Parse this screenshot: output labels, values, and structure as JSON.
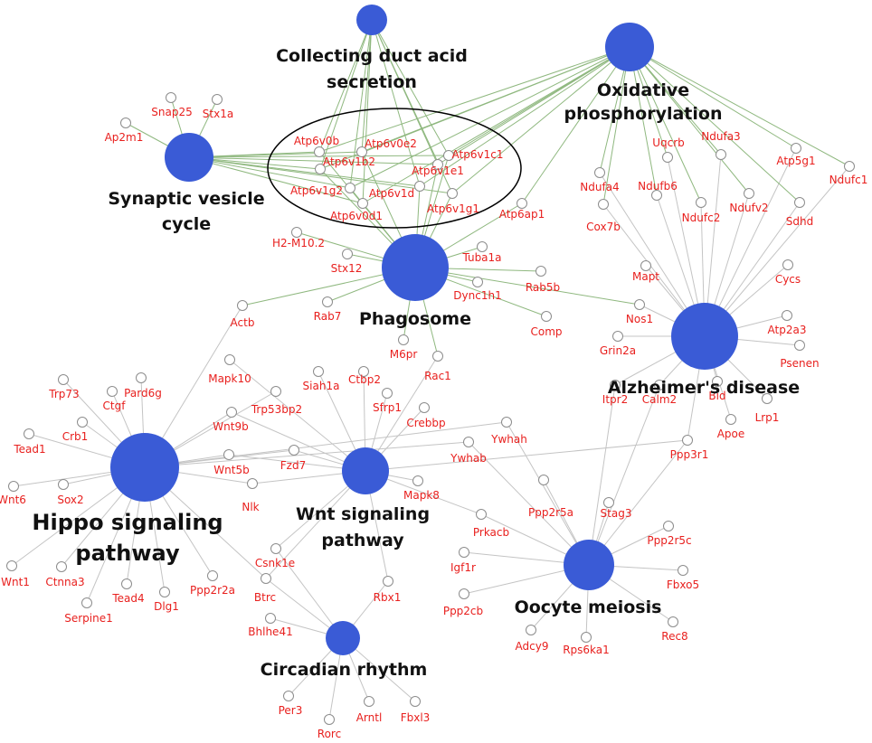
{
  "hubs": [
    {
      "id": "collecting",
      "lines": [
        "Collecting duct acid",
        "secretion"
      ],
      "color": "#3a5bd6"
    },
    {
      "id": "oxphos",
      "lines": [
        "Oxidative",
        "phosphorylation"
      ],
      "color": "#3a5bd6"
    },
    {
      "id": "synaptic",
      "lines": [
        "Synaptic vesicle",
        "cycle"
      ],
      "color": "#3a5bd6"
    },
    {
      "id": "phagosome",
      "lines": [
        "Phagosome"
      ],
      "color": "#3a5bd6"
    },
    {
      "id": "alzheimer",
      "lines": [
        "Alzheimer's disease"
      ],
      "color": "#3a5bd6"
    },
    {
      "id": "hippo",
      "lines": [
        "Hippo signaling",
        "pathway"
      ],
      "color": "#3a5bd6"
    },
    {
      "id": "wnt",
      "lines": [
        "Wnt signaling",
        "pathway"
      ],
      "color": "#3a5bd6"
    },
    {
      "id": "oocyte",
      "lines": [
        "Oocyte meiosis"
      ],
      "color": "#3a5bd6"
    },
    {
      "id": "circadian",
      "lines": [
        "Circadian rhythm"
      ],
      "color": "#3a5bd6"
    }
  ],
  "genes": [
    {
      "id": "Snap25",
      "hubs": [
        "synaptic"
      ]
    },
    {
      "id": "Stx1a",
      "hubs": [
        "synaptic"
      ]
    },
    {
      "id": "Ap2m1",
      "hubs": [
        "synaptic"
      ]
    },
    {
      "id": "Atp6v0b",
      "hubs": [
        "collecting",
        "oxphos",
        "synaptic",
        "phagosome"
      ]
    },
    {
      "id": "Atp6v0e2",
      "hubs": [
        "collecting",
        "oxphos",
        "synaptic",
        "phagosome"
      ]
    },
    {
      "id": "Atp6v1c1",
      "hubs": [
        "collecting",
        "oxphos",
        "synaptic",
        "phagosome"
      ]
    },
    {
      "id": "Atp6v1b2",
      "hubs": [
        "collecting",
        "oxphos",
        "synaptic",
        "phagosome"
      ]
    },
    {
      "id": "Atp6v1e1",
      "hubs": [
        "collecting",
        "oxphos",
        "synaptic",
        "phagosome"
      ]
    },
    {
      "id": "Atp6v1g2",
      "hubs": [
        "collecting",
        "oxphos",
        "synaptic",
        "phagosome"
      ]
    },
    {
      "id": "Atp6v1d",
      "hubs": [
        "collecting",
        "oxphos",
        "synaptic",
        "phagosome"
      ]
    },
    {
      "id": "Atp6v1g1",
      "hubs": [
        "collecting",
        "oxphos",
        "synaptic",
        "phagosome"
      ]
    },
    {
      "id": "Atp6v0d1",
      "hubs": [
        "collecting",
        "oxphos",
        "synaptic",
        "phagosome"
      ]
    },
    {
      "id": "Atp6ap1",
      "hubs": [
        "oxphos",
        "phagosome"
      ]
    },
    {
      "id": "Ndufa4",
      "hubs": [
        "oxphos",
        "alzheimer"
      ]
    },
    {
      "id": "Uqcrb",
      "hubs": [
        "oxphos",
        "alzheimer"
      ]
    },
    {
      "id": "Ndufa3",
      "hubs": [
        "oxphos",
        "alzheimer"
      ]
    },
    {
      "id": "Atp5g1",
      "hubs": [
        "oxphos",
        "alzheimer"
      ]
    },
    {
      "id": "Ndufc1",
      "hubs": [
        "oxphos",
        "alzheimer"
      ]
    },
    {
      "id": "Ndufb6",
      "hubs": [
        "oxphos",
        "alzheimer"
      ]
    },
    {
      "id": "Ndufv2",
      "hubs": [
        "oxphos",
        "alzheimer"
      ]
    },
    {
      "id": "Cox7b",
      "hubs": [
        "oxphos",
        "alzheimer"
      ]
    },
    {
      "id": "Ndufc2",
      "hubs": [
        "oxphos",
        "alzheimer"
      ]
    },
    {
      "id": "Sdhd",
      "hubs": [
        "oxphos",
        "alzheimer"
      ]
    },
    {
      "id": "H2-M10.2",
      "hubs": [
        "phagosome"
      ]
    },
    {
      "id": "Stx12",
      "hubs": [
        "phagosome"
      ]
    },
    {
      "id": "Tuba1a",
      "hubs": [
        "phagosome"
      ]
    },
    {
      "id": "Rab5b",
      "hubs": [
        "phagosome"
      ]
    },
    {
      "id": "Dync1h1",
      "hubs": [
        "phagosome"
      ]
    },
    {
      "id": "Rab7",
      "hubs": [
        "phagosome"
      ]
    },
    {
      "id": "Comp",
      "hubs": [
        "phagosome"
      ]
    },
    {
      "id": "M6pr",
      "hubs": [
        "phagosome"
      ]
    },
    {
      "id": "Actb",
      "hubs": [
        "phagosome",
        "hippo"
      ]
    },
    {
      "id": "Rac1",
      "hubs": [
        "phagosome",
        "wnt"
      ]
    },
    {
      "id": "Mapt",
      "hubs": [
        "alzheimer"
      ]
    },
    {
      "id": "Nos1",
      "hubs": [
        "alzheimer",
        "phagosome"
      ]
    },
    {
      "id": "Cycs",
      "hubs": [
        "alzheimer"
      ]
    },
    {
      "id": "Atp2a3",
      "hubs": [
        "alzheimer"
      ]
    },
    {
      "id": "Grin2a",
      "hubs": [
        "alzheimer"
      ]
    },
    {
      "id": "Psenen",
      "hubs": [
        "alzheimer"
      ]
    },
    {
      "id": "Itpr2",
      "hubs": [
        "alzheimer",
        "oocyte"
      ]
    },
    {
      "id": "Calm2",
      "hubs": [
        "alzheimer",
        "oocyte"
      ]
    },
    {
      "id": "Bid",
      "hubs": [
        "alzheimer"
      ]
    },
    {
      "id": "Lrp1",
      "hubs": [
        "alzheimer"
      ]
    },
    {
      "id": "Apoe",
      "hubs": [
        "alzheimer"
      ]
    },
    {
      "id": "Ppp3r1",
      "hubs": [
        "alzheimer",
        "oocyte",
        "wnt"
      ]
    },
    {
      "id": "Mapk10",
      "hubs": [
        "wnt"
      ]
    },
    {
      "id": "Siah1a",
      "hubs": [
        "wnt"
      ]
    },
    {
      "id": "Ctbp2",
      "hubs": [
        "wnt"
      ]
    },
    {
      "id": "Trp53bp2",
      "hubs": [
        "hippo"
      ]
    },
    {
      "id": "Sfrp1",
      "hubs": [
        "wnt"
      ]
    },
    {
      "id": "Crebbp",
      "hubs": [
        "wnt"
      ]
    },
    {
      "id": "Wnt9b",
      "hubs": [
        "hippo",
        "wnt"
      ]
    },
    {
      "id": "Ywhah",
      "hubs": [
        "hippo",
        "oocyte"
      ]
    },
    {
      "id": "Ywhab",
      "hubs": [
        "hippo",
        "oocyte"
      ]
    },
    {
      "id": "Fzd7",
      "hubs": [
        "hippo",
        "wnt"
      ]
    },
    {
      "id": "Wnt5b",
      "hubs": [
        "hippo",
        "wnt"
      ]
    },
    {
      "id": "Nlk",
      "hubs": [
        "hippo",
        "wnt"
      ]
    },
    {
      "id": "Mapk8",
      "hubs": [
        "wnt"
      ]
    },
    {
      "id": "Prkacb",
      "hubs": [
        "wnt",
        "oocyte"
      ]
    },
    {
      "id": "Ppp2r5a",
      "hubs": [
        "oocyte"
      ]
    },
    {
      "id": "Stag3",
      "hubs": [
        "oocyte"
      ]
    },
    {
      "id": "Trp73",
      "hubs": [
        "hippo"
      ]
    },
    {
      "id": "Pard6g",
      "hubs": [
        "hippo"
      ]
    },
    {
      "id": "Ctgf",
      "hubs": [
        "hippo"
      ]
    },
    {
      "id": "Crb1",
      "hubs": [
        "hippo"
      ]
    },
    {
      "id": "Tead1",
      "hubs": [
        "hippo"
      ]
    },
    {
      "id": "Wnt6",
      "hubs": [
        "hippo"
      ]
    },
    {
      "id": "Sox2",
      "hubs": [
        "hippo"
      ]
    },
    {
      "id": "Wnt1",
      "hubs": [
        "hippo"
      ]
    },
    {
      "id": "Ctnna3",
      "hubs": [
        "hippo"
      ]
    },
    {
      "id": "Tead4",
      "hubs": [
        "hippo"
      ]
    },
    {
      "id": "Dlg1",
      "hubs": [
        "hippo"
      ]
    },
    {
      "id": "Ppp2r2a",
      "hubs": [
        "hippo"
      ]
    },
    {
      "id": "Serpine1",
      "hubs": [
        "hippo"
      ]
    },
    {
      "id": "Csnk1e",
      "hubs": [
        "wnt",
        "circadian"
      ]
    },
    {
      "id": "Btrc",
      "hubs": [
        "hippo",
        "circadian",
        "wnt"
      ]
    },
    {
      "id": "Bhlhe41",
      "hubs": [
        "circadian"
      ]
    },
    {
      "id": "Rbx1",
      "hubs": [
        "wnt",
        "circadian"
      ]
    },
    {
      "id": "Igf1r",
      "hubs": [
        "oocyte"
      ]
    },
    {
      "id": "Ppp2cb",
      "hubs": [
        "oocyte"
      ]
    },
    {
      "id": "Ppp2r5c",
      "hubs": [
        "oocyte"
      ]
    },
    {
      "id": "Fbxo5",
      "hubs": [
        "oocyte"
      ]
    },
    {
      "id": "Rec8",
      "hubs": [
        "oocyte"
      ]
    },
    {
      "id": "Adcy9",
      "hubs": [
        "oocyte"
      ]
    },
    {
      "id": "Rps6ka1",
      "hubs": [
        "oocyte"
      ]
    },
    {
      "id": "Per3",
      "hubs": [
        "circadian"
      ]
    },
    {
      "id": "Rorc",
      "hubs": [
        "circadian"
      ]
    },
    {
      "id": "Arntl",
      "hubs": [
        "circadian"
      ]
    },
    {
      "id": "Fbxl3",
      "hubs": [
        "circadian"
      ]
    }
  ],
  "colors": {
    "hub": "#3a5bd6",
    "gene_label": "#e8201e",
    "edge_green": "#8fb87f",
    "edge_gray": "#c4c4c4",
    "hub_label": "#111111"
  }
}
